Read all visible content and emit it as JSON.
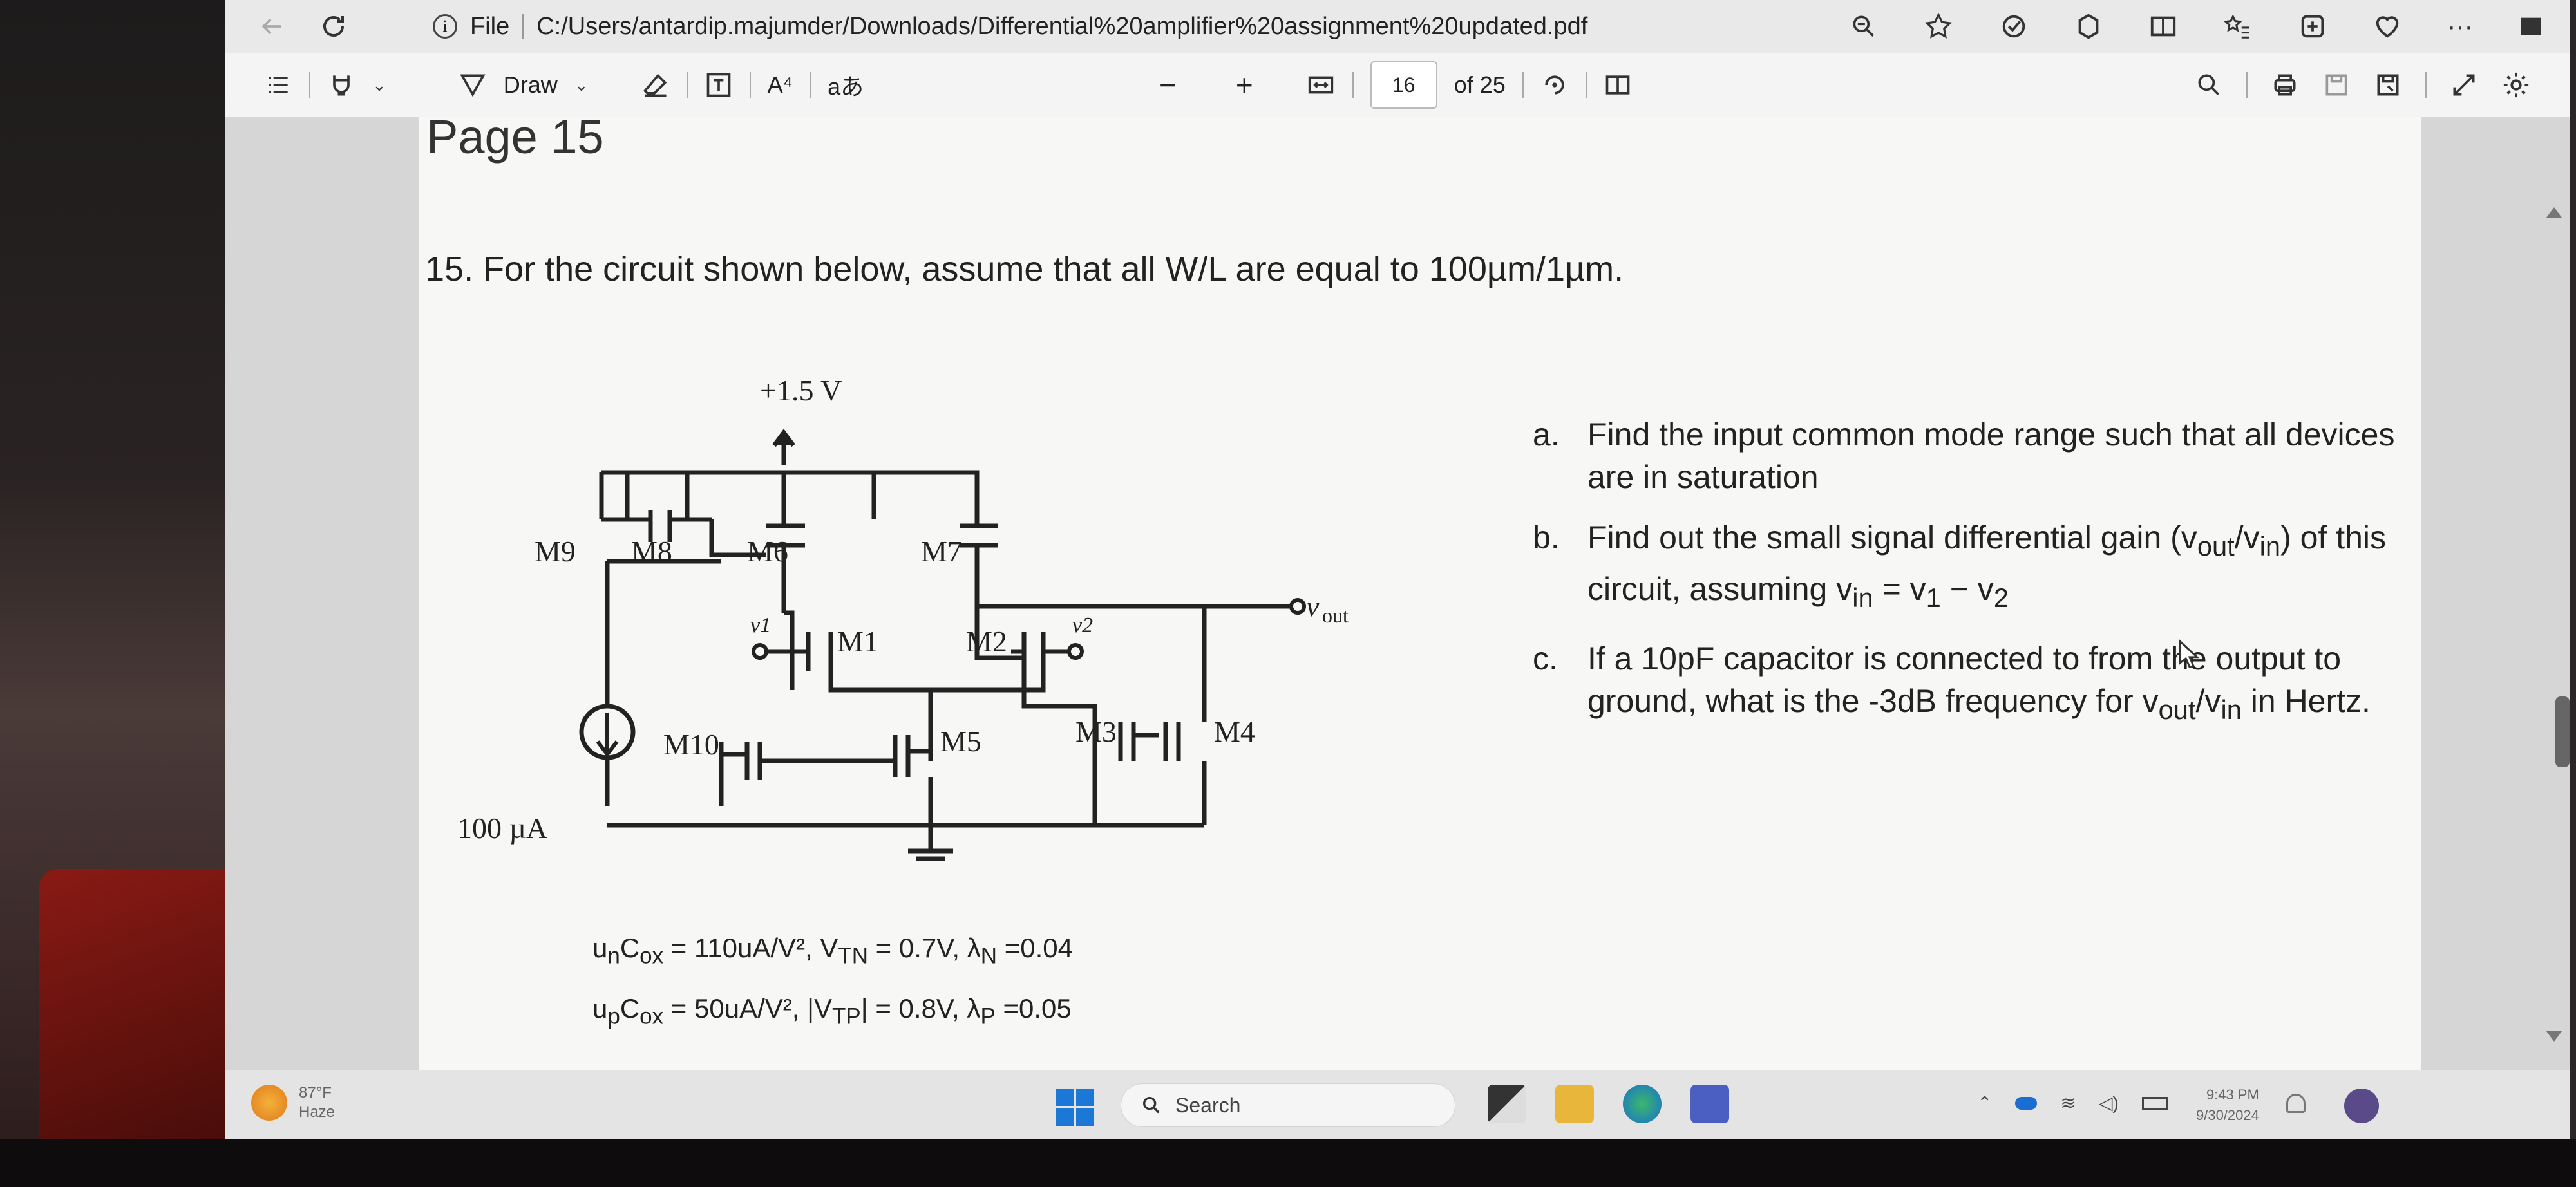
{
  "browser": {
    "file_label": "File",
    "url": "C:/Users/antardip.majumder/Downloads/Differential%20amplifier%20assignment%20updated.pdf",
    "more_label": "···"
  },
  "toolbar": {
    "draw_label": "Draw",
    "text_label": "A⁴",
    "read_label": "aあ",
    "zoom_out": "−",
    "zoom_in": "+",
    "current_page": "16",
    "total_pages": "of 25"
  },
  "document": {
    "page_heading": "Page 15",
    "question": "15. For the circuit shown below, assume that all W/L are equal to 100µm/1µm.",
    "parts": [
      {
        "letter": "a.",
        "text_1": "Find the input common mode range such that all devices",
        "text_2": "are in saturation"
      },
      {
        "letter": "b.",
        "text_1": "Find out the small signal differential gain (v",
        "sub_out": "out",
        "mid": "/v",
        "sub_in": "in",
        "tail": ") of this",
        "text_2": "circuit, assuming v",
        "sub_in2": "in",
        "tail2": " = v",
        "sub_1": "1",
        "minus": " − v",
        "sub_2": "2"
      },
      {
        "letter": "c.",
        "text_1": "If a 10pF capacitor is connected to from the output to",
        "text_2": "ground, what is the -3dB frequency for v",
        "sub_out": "out",
        "mid": "/v",
        "sub_in": "in",
        "tail": " in Hertz."
      }
    ],
    "params": {
      "nmos_label": "u",
      "nmos_sub": "n",
      "nmos_c": "C",
      "nmos_csub": "ox",
      "nmos_rest": " = 110uA/V², V",
      "nmos_vsub": "TN",
      "nmos_rest2": " = 0.7V, λ",
      "nmos_lsub": "N",
      "nmos_rest3": " =0.04",
      "pmos_label": "u",
      "pmos_sub": "p",
      "pmos_c": "C",
      "pmos_csub": "ox",
      "pmos_rest": " = 50uA/V², |V",
      "pmos_vsub": "TP",
      "pmos_rest2": "| = 0.8V, λ",
      "pmos_lsub": "P",
      "pmos_rest3": " =0.05"
    }
  },
  "circuit": {
    "supply": "+1.5 V",
    "current_source": "100 µA",
    "vout": "v",
    "vout_sub": "out",
    "v1": "v1",
    "v2": "v2",
    "labels": [
      "M9",
      "M8",
      "M6",
      "M7",
      "M1",
      "M2",
      "M10",
      "M5",
      "M3",
      "M4"
    ]
  },
  "taskbar": {
    "weather_temp": "87°F",
    "weather_desc": "Haze",
    "search_placeholder": "Search",
    "time": "9:43 PM",
    "date": "9/30/2024"
  }
}
